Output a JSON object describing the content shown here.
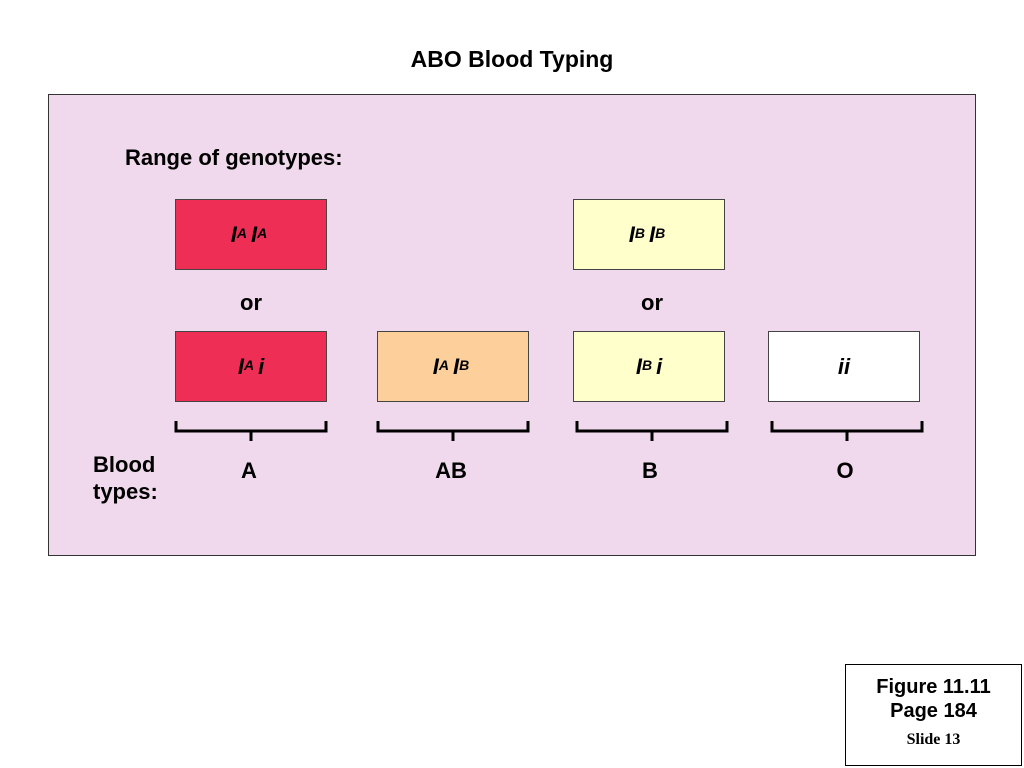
{
  "title": "ABO Blood Typing",
  "subtitle": "Range of genotypes:",
  "genotypes": {
    "aa": {
      "a1": "I",
      "s1": "A",
      "a2": "I",
      "s2": "A"
    },
    "bb": {
      "a1": "I",
      "s1": "B",
      "a2": "I",
      "s2": "B"
    },
    "ai": {
      "a1": "I",
      "s1": "A",
      "a2": "i"
    },
    "ab": {
      "a1": "I",
      "s1": "A",
      "a2": "I",
      "s2": "B"
    },
    "bi": {
      "a1": "I",
      "s1": "B",
      "a2": "i"
    },
    "ii": {
      "a1": "ii"
    }
  },
  "or_left": "or",
  "or_right": "or",
  "blood_types_label": {
    "line1": "Blood",
    "line2": "types:"
  },
  "blood_types": [
    "A",
    "AB",
    "B",
    "O"
  ],
  "figure": {
    "line1": "Figure 11.11",
    "line2": "Page 184",
    "slide": "Slide 13"
  },
  "colors": {
    "a": "#ef2e56",
    "ab": "#fdd09b",
    "b": "#ffffcc",
    "o": "#ffffff",
    "panel": "#f0d9ec"
  }
}
